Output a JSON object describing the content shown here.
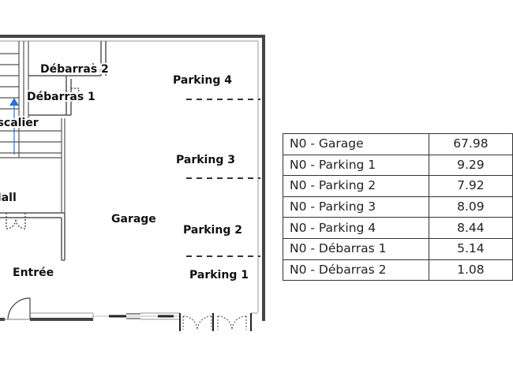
{
  "plan": {
    "rooms": {
      "debarras2": "Débarras 2",
      "debarras1": "Débarras 1",
      "escalier": "Escalier",
      "hall": "Hall",
      "entree": "Entrée",
      "garage": "Garage",
      "parking4": "Parking 4",
      "parking3": "Parking 3",
      "parking2": "Parking 2",
      "parking1": "Parking 1"
    },
    "colors": {
      "wall": "#444444",
      "accent": "#2f6fd6"
    }
  },
  "areas": [
    {
      "name": "N0 - Garage",
      "value": "67.98"
    },
    {
      "name": "N0 - Parking 1",
      "value": "9.29"
    },
    {
      "name": "N0 - Parking 2",
      "value": "7.92"
    },
    {
      "name": "N0 - Parking 3",
      "value": "8.09"
    },
    {
      "name": "N0 - Parking 4",
      "value": "8.44"
    },
    {
      "name": "N0 - Débarras 1",
      "value": "5.14"
    },
    {
      "name": "N0 - Débarras 2",
      "value": "1.08"
    }
  ]
}
